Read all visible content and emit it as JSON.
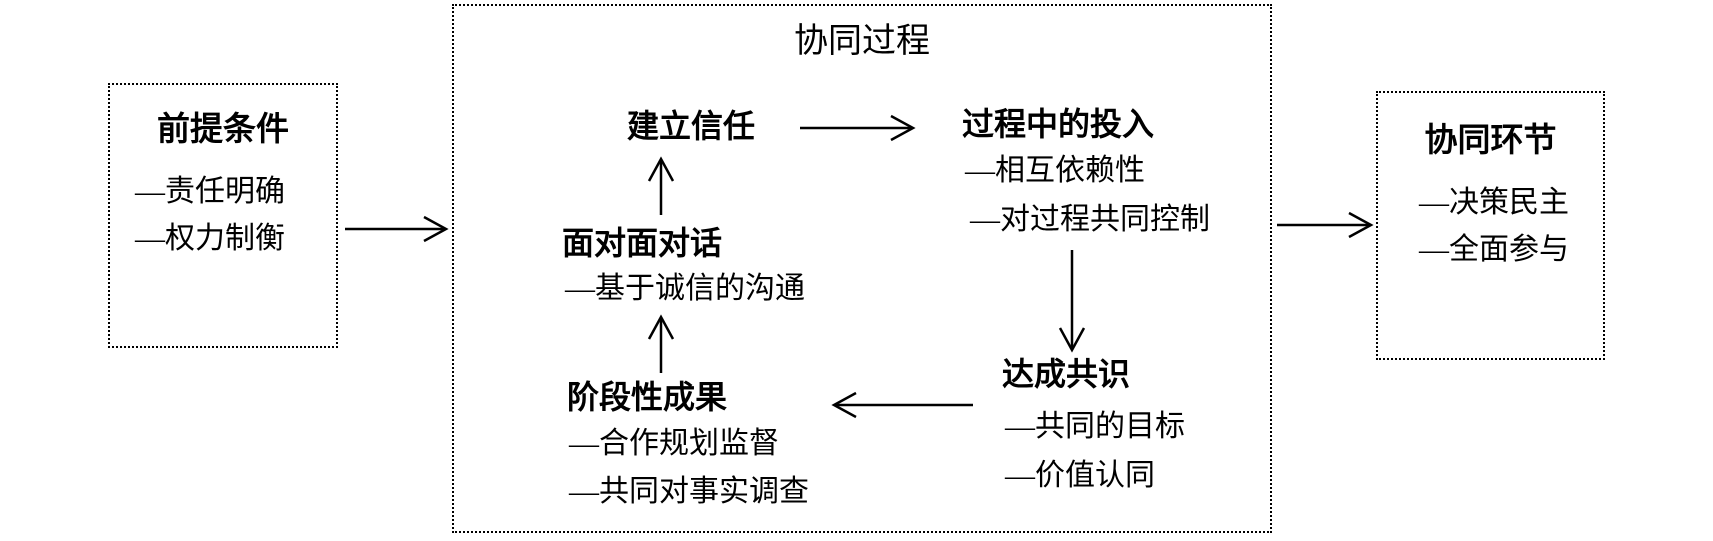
{
  "left_box": {
    "title": "前提条件",
    "items": [
      "—责任明确",
      "—权力制衡"
    ]
  },
  "center_box": {
    "title": "协同过程",
    "nodes": {
      "build_trust": {
        "title": "建立信任"
      },
      "process_commitment": {
        "title": "过程中的投入",
        "items": [
          "—相互依赖性",
          "—对过程共同控制"
        ]
      },
      "consensus": {
        "title": "达成共识",
        "items": [
          "—共同的目标",
          "—价值认同"
        ]
      },
      "interim_outcomes": {
        "title": "阶段性成果",
        "items": [
          "—合作规划监督",
          "—共同对事实调查"
        ]
      },
      "face_to_face_dialogue": {
        "title": "面对面对话",
        "items": [
          "—基于诚信的沟通"
        ]
      }
    }
  },
  "right_box": {
    "title": "协同环节",
    "items": [
      "—决策民主",
      "—全面参与"
    ]
  }
}
